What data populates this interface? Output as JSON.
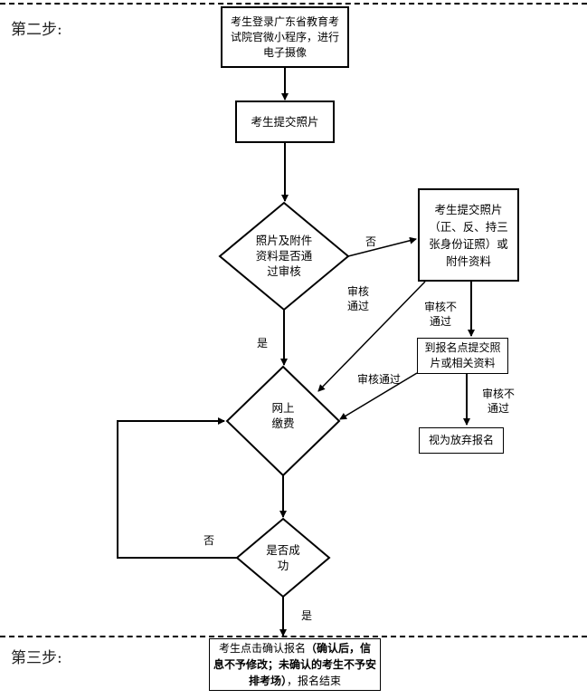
{
  "steps": {
    "step2": "第二步:",
    "step3": "第三步:"
  },
  "nodes": {
    "login": "考生登录广东省教育考试院官微小程序，进行电子摄像",
    "submit_photo": "考生提交照片",
    "decision_review": "照片及附件\n资料是否通\n过审核",
    "resubmit": "考生提交照片\n（正、反、持三\n张身份证照）或\n附件资料",
    "onsite_submit": "到报名点提交照\n片或相关资料",
    "give_up": "视为放弃报名",
    "decision_pay": "网上\n缴费",
    "decision_success": "是否成\n功",
    "final_part1": "考生点击确认报名",
    "final_bold": "（确认后，信息不予修改；未确认的考生不予安排考场）",
    "final_part2": "，报名结束"
  },
  "edge_labels": {
    "no_1": "否",
    "reviewed_pass_1": "审核\n通过",
    "yes_1": "是",
    "reviewed_fail_1": "审核不\n通过",
    "reviewed_pass_2": "审核通过",
    "reviewed_fail_2": "审核不\n通过",
    "no_2": "否",
    "yes_2": "是"
  }
}
